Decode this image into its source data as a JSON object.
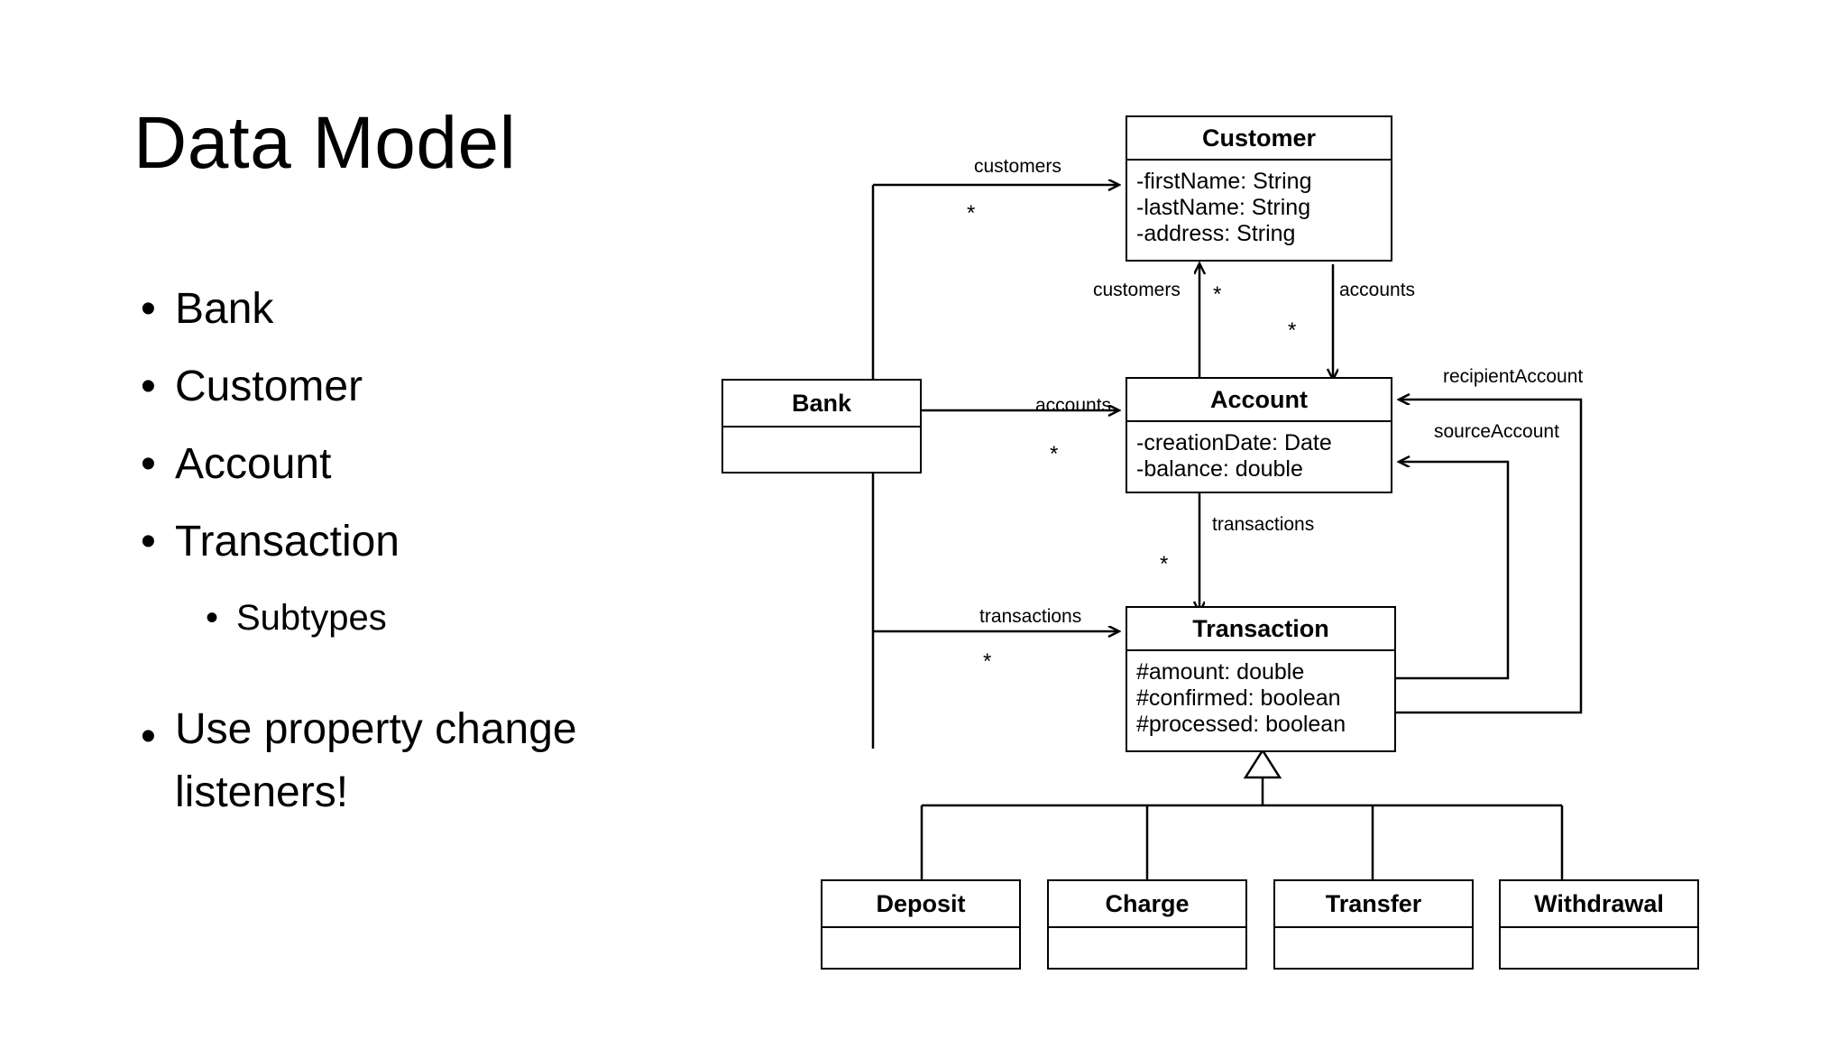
{
  "slide": {
    "title": "Data Model",
    "bullets": [
      {
        "level": 1,
        "text": "Bank"
      },
      {
        "level": 1,
        "text": "Customer"
      },
      {
        "level": 1,
        "text": "Account"
      },
      {
        "level": 1,
        "text": "Transaction"
      },
      {
        "level": 2,
        "text": "Subtypes"
      },
      {
        "level": 1,
        "text": "Use property change listeners!"
      }
    ]
  },
  "diagram": {
    "classes": {
      "customer": {
        "name": "Customer",
        "attributes": [
          "-firstName: String",
          "-lastName: String",
          "-address: String"
        ]
      },
      "account": {
        "name": "Account",
        "attributes": [
          "-creationDate: Date",
          "-balance: double"
        ]
      },
      "transaction": {
        "name": "Transaction",
        "attributes": [
          "#amount: double",
          "#confirmed: boolean",
          "#processed: boolean"
        ]
      },
      "bank": {
        "name": "Bank",
        "attributes": []
      },
      "deposit": {
        "name": "Deposit",
        "attributes": []
      },
      "charge": {
        "name": "Charge",
        "attributes": []
      },
      "transfer": {
        "name": "Transfer",
        "attributes": []
      },
      "withdrawal": {
        "name": "Withdrawal",
        "attributes": []
      }
    },
    "associations": {
      "bank_customers": {
        "label": "customers",
        "multiplicity": "*"
      },
      "account_customers": {
        "label": "customers",
        "multiplicity": "*"
      },
      "customer_accounts": {
        "label": "accounts",
        "multiplicity": "*"
      },
      "bank_accounts": {
        "label": "accounts",
        "multiplicity": "*"
      },
      "account_transactions": {
        "label": "transactions",
        "multiplicity": "*"
      },
      "bank_transactions": {
        "label": "transactions",
        "multiplicity": "*"
      },
      "recipient_account": {
        "label": "recipientAccount",
        "multiplicity": ""
      },
      "source_account": {
        "label": "sourceAccount",
        "multiplicity": ""
      }
    },
    "colors": {
      "stroke": "#000000",
      "fill": "#ffffff",
      "text": "#000000"
    }
  }
}
